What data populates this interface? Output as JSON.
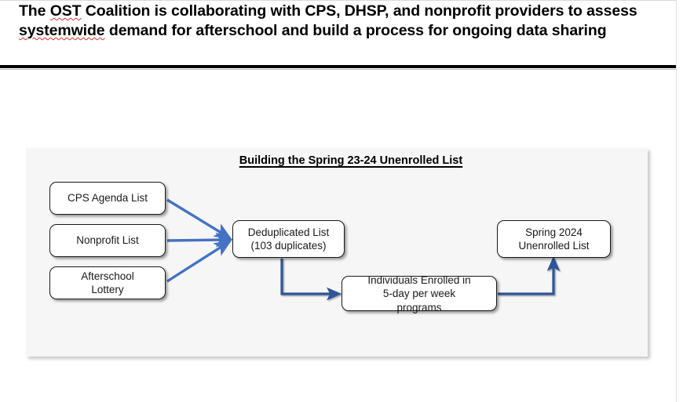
{
  "slide": {
    "heading": {
      "segments": [
        {
          "text": "The ",
          "misspelled": false
        },
        {
          "text": "OST",
          "misspelled": true
        },
        {
          "text": " Coalition is collaborating with CPS, DHSP, and nonprofit providers to assess ",
          "misspelled": false
        },
        {
          "text": "systemwide",
          "misspelled": true
        },
        {
          "text": " demand for afterschool and build a process for ongoing data sharing",
          "misspelled": false
        }
      ],
      "plain": "The OST Coalition is collaborating with CPS, DHSP, and nonprofit providers to assess systemwide demand for afterschool and build a process for ongoing data sharing"
    }
  },
  "diagram": {
    "title": "Building the Spring 23-24 Unenrolled List",
    "nodes": [
      {
        "id": "cps-agenda-list",
        "label": "CPS Agenda List"
      },
      {
        "id": "nonprofit-list",
        "label": "Nonprofit List"
      },
      {
        "id": "afterschool-lottery",
        "label": "Afterschool Lottery"
      },
      {
        "id": "deduplicated-list",
        "label": "Deduplicated List (103 duplicates)"
      },
      {
        "id": "individuals-5day",
        "label": "Individuals Enrolled in 5-day per week programs"
      },
      {
        "id": "spring-2024",
        "label": "Spring 2024 Unenrolled List"
      }
    ],
    "node_labels": {
      "cps_agenda_list": "CPS Agenda List",
      "nonprofit_list": "Nonprofit List",
      "afterschool_lottery_line1": "Afterschool",
      "afterschool_lottery_line2": "Lottery",
      "deduplicated_list_line1": "Deduplicated List",
      "deduplicated_list_line2": "(103 duplicates)",
      "individuals_5day_line1": "Individuals Enrolled in",
      "individuals_5day_line2": "5-day per week",
      "individuals_5day_line3": "programs",
      "spring_2024_line1": "Spring 2024",
      "spring_2024_line2": "Unenrolled List"
    },
    "connectors": [
      {
        "id": "cps-agenda-to-deduplicated",
        "from": "cps-agenda-list",
        "to": "deduplicated-list",
        "style": "straight"
      },
      {
        "id": "nonprofit-to-deduplicated",
        "from": "nonprofit-list",
        "to": "deduplicated-list",
        "style": "straight"
      },
      {
        "id": "afterschool-lottery-to-deduplicated",
        "from": "afterschool-lottery",
        "to": "deduplicated-list",
        "style": "straight"
      },
      {
        "id": "deduplicated-to-individuals",
        "from": "deduplicated-list",
        "to": "individuals-5day",
        "style": "elbow"
      },
      {
        "id": "individuals-to-spring-2024",
        "from": "individuals-5day",
        "to": "spring-2024",
        "style": "elbow"
      }
    ],
    "colors": {
      "arrow_primary": "#4472C4",
      "arrow_elbow": "#2E5597",
      "panel_background": "#F6F6F6",
      "node_background": "#FFFFFF",
      "node_border": "#1A1A1A",
      "text": "#1A1A1A",
      "heading_rule": "#000000",
      "spellcheck_underline": "#E03030"
    }
  }
}
